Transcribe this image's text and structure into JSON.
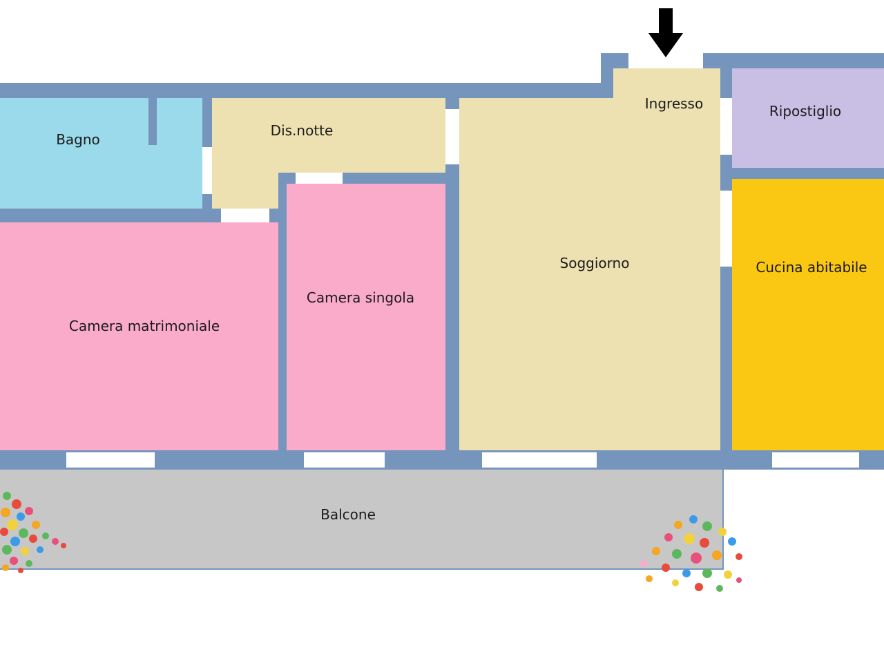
{
  "colors": {
    "wall": "#7595bd",
    "bagno": "#9bdaea",
    "corridor": "#ede1b2",
    "camera": "#f9abc9",
    "ripostiglio": "#c9bfe5",
    "cucina": "#fac712",
    "balcone": "#c7c7c7",
    "arrow": "#000000"
  },
  "rooms": {
    "bagno": "Bagno",
    "dis_notte": "Dis.notte",
    "camera_matrimoniale": "Camera matrimoniale",
    "camera_singola": "Camera singola",
    "soggiorno": "Soggiorno",
    "ingresso": "Ingresso",
    "ripostiglio": "Ripostiglio",
    "cucina_abitabile": "Cucina abitabile",
    "balcone": "Balcone"
  },
  "icons": {
    "entrance": "entrance-arrow-icon",
    "plants": "flower-pot-icon"
  }
}
